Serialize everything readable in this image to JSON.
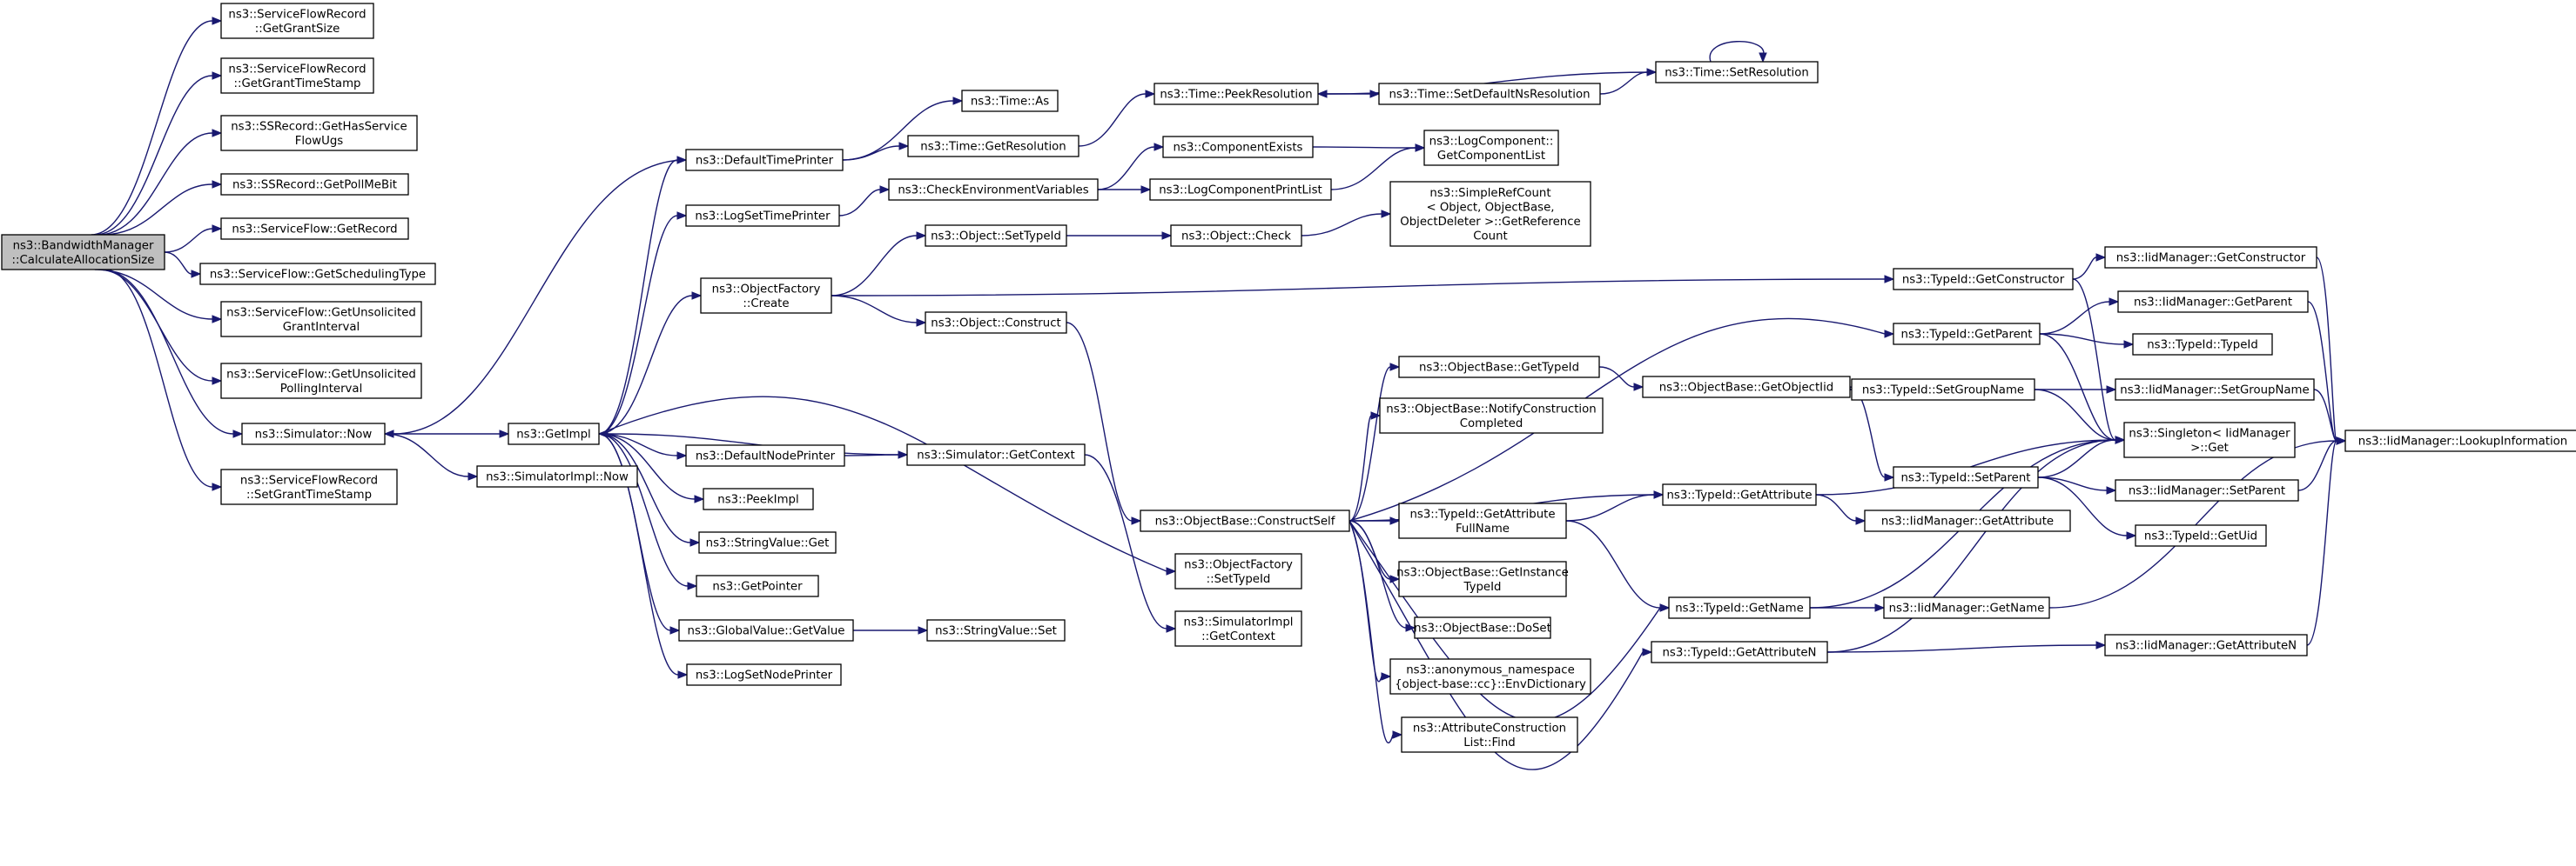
{
  "diagram": {
    "type": "call-graph",
    "colors": {
      "edge": "#191970",
      "node_border": "#000000",
      "node_fill": "#ffffff",
      "root_fill": "#bfbfbf"
    },
    "nodes": [
      {
        "id": "root",
        "lines": [
          "ns3::BandwidthManager",
          "::CalculateAllocationSize"
        ],
        "root": true
      },
      {
        "id": "sfr_getgrantsize",
        "lines": [
          "ns3::ServiceFlowRecord",
          "::GetGrantSize"
        ]
      },
      {
        "id": "sfr_getgranttimestamp",
        "lines": [
          "ns3::ServiceFlowRecord",
          "::GetGrantTimeStamp"
        ]
      },
      {
        "id": "ssr_hasservice",
        "lines": [
          "ns3::SSRecord::GetHasService",
          "FlowUgs"
        ]
      },
      {
        "id": "ssr_pollmebit",
        "lines": [
          "ns3::SSRecord::GetPollMeBit"
        ]
      },
      {
        "id": "sf_getrecord",
        "lines": [
          "ns3::ServiceFlow::GetRecord"
        ]
      },
      {
        "id": "sf_schedtype",
        "lines": [
          "ns3::ServiceFlow::GetSchedulingType"
        ]
      },
      {
        "id": "sf_unsolgrant",
        "lines": [
          "ns3::ServiceFlow::GetUnsolicited",
          "GrantInterval"
        ]
      },
      {
        "id": "sf_unsolpoll",
        "lines": [
          "ns3::ServiceFlow::GetUnsolicited",
          "PollingInterval"
        ]
      },
      {
        "id": "sim_now",
        "lines": [
          "ns3::Simulator::Now"
        ]
      },
      {
        "id": "sfr_setgranttimestamp",
        "lines": [
          "ns3::ServiceFlowRecord",
          "::SetGrantTimeStamp"
        ]
      },
      {
        "id": "defaulttimeprinter",
        "lines": [
          "ns3::DefaultTimePrinter"
        ]
      },
      {
        "id": "logsettimeprinter",
        "lines": [
          "ns3::LogSetTimePrinter"
        ]
      },
      {
        "id": "objfactory_create",
        "lines": [
          "ns3::ObjectFactory",
          "::Create"
        ]
      },
      {
        "id": "getimpl",
        "lines": [
          "ns3::GetImpl"
        ]
      },
      {
        "id": "simimpl_now",
        "lines": [
          "ns3::SimulatorImpl::Now"
        ]
      },
      {
        "id": "defaultnodeprinter",
        "lines": [
          "ns3::DefaultNodePrinter"
        ]
      },
      {
        "id": "peekimpl",
        "lines": [
          "ns3::PeekImpl"
        ]
      },
      {
        "id": "stringvalue_get",
        "lines": [
          "ns3::StringValue::Get"
        ]
      },
      {
        "id": "getpointer",
        "lines": [
          "ns3::GetPointer"
        ]
      },
      {
        "id": "globalvalue_getvalue",
        "lines": [
          "ns3::GlobalValue::GetValue"
        ]
      },
      {
        "id": "logsetnodeprinter",
        "lines": [
          "ns3::LogSetNodePrinter"
        ]
      },
      {
        "id": "time_as",
        "lines": [
          "ns3::Time::As"
        ]
      },
      {
        "id": "time_getresolution",
        "lines": [
          "ns3::Time::GetResolution"
        ]
      },
      {
        "id": "checkenvvars",
        "lines": [
          "ns3::CheckEnvironmentVariables"
        ]
      },
      {
        "id": "object_settypeid",
        "lines": [
          "ns3::Object::SetTypeId"
        ]
      },
      {
        "id": "object_construct",
        "lines": [
          "ns3::Object::Construct"
        ]
      },
      {
        "id": "sim_getcontext",
        "lines": [
          "ns3::Simulator::GetContext"
        ]
      },
      {
        "id": "stringvalue_set",
        "lines": [
          "ns3::StringValue::Set"
        ]
      },
      {
        "id": "time_peekresolution",
        "lines": [
          "ns3::Time::PeekResolution"
        ]
      },
      {
        "id": "componentexists",
        "lines": [
          "ns3::ComponentExists"
        ]
      },
      {
        "id": "logcomponentprintlist",
        "lines": [
          "ns3::LogComponentPrintList"
        ]
      },
      {
        "id": "object_check",
        "lines": [
          "ns3::Object::Check"
        ]
      },
      {
        "id": "objectbase_constructself",
        "lines": [
          "ns3::ObjectBase::ConstructSelf"
        ]
      },
      {
        "id": "objfactory_settypeid",
        "lines": [
          "ns3::ObjectFactory",
          "::SetTypeId"
        ]
      },
      {
        "id": "simimpl_getcontext",
        "lines": [
          "ns3::SimulatorImpl",
          "::GetContext"
        ]
      },
      {
        "id": "time_setdefaultns",
        "lines": [
          "ns3::Time::SetDefaultNsResolution"
        ]
      },
      {
        "id": "logcomponent_getlist",
        "lines": [
          "ns3::LogComponent::",
          "GetComponentList"
        ]
      },
      {
        "id": "simplerefcount",
        "lines": [
          "ns3::SimpleRefCount",
          "< Object, ObjectBase,",
          " ObjectDeleter >::GetReference",
          "Count"
        ]
      },
      {
        "id": "objectbase_gettypeid",
        "lines": [
          "ns3::ObjectBase::GetTypeId"
        ]
      },
      {
        "id": "objectbase_notify",
        "lines": [
          "ns3::ObjectBase::Notify​Construction",
          "Completed"
        ]
      },
      {
        "id": "typeid_getattrfullname",
        "lines": [
          "ns3::TypeId::GetAttribute",
          "FullName"
        ]
      },
      {
        "id": "objectbase_getinstance",
        "lines": [
          "ns3::ObjectBase::GetInstance",
          "TypeId"
        ]
      },
      {
        "id": "objectbase_doset",
        "lines": [
          "ns3::ObjectBase::DoSet"
        ]
      },
      {
        "id": "anon_envdict",
        "lines": [
          "ns3::anonymous_namespace",
          "{object-base::cc}::EnvDictionary"
        ]
      },
      {
        "id": "attrconstlist_find",
        "lines": [
          "ns3::AttributeConstruction",
          "List::Find"
        ]
      },
      {
        "id": "time_setresolution",
        "lines": [
          "ns3::Time::SetResolution"
        ]
      },
      {
        "id": "objectbase_getobjectiid",
        "lines": [
          "ns3::ObjectBase::GetObjectIid"
        ]
      },
      {
        "id": "typeid_getattribute",
        "lines": [
          "ns3::TypeId::GetAttribute"
        ]
      },
      {
        "id": "typeid_getname",
        "lines": [
          "ns3::TypeId::GetName"
        ]
      },
      {
        "id": "typeid_getattributen",
        "lines": [
          "ns3::TypeId::GetAttributeN"
        ]
      },
      {
        "id": "typeid_getconstructor",
        "lines": [
          "ns3::TypeId::GetConstructor"
        ]
      },
      {
        "id": "typeid_getparent",
        "lines": [
          "ns3::TypeId::GetParent"
        ]
      },
      {
        "id": "typeid_setgroupname",
        "lines": [
          "ns3::TypeId::SetGroupName"
        ]
      },
      {
        "id": "typeid_setparent",
        "lines": [
          "ns3::TypeId::SetParent"
        ]
      },
      {
        "id": "iidmgr_getattribute",
        "lines": [
          "ns3::IidManager::GetAttribute"
        ]
      },
      {
        "id": "iidmgr_getname",
        "lines": [
          "ns3::IidManager::GetName"
        ]
      },
      {
        "id": "iidmgr_getattributen",
        "lines": [
          "ns3::IidManager::GetAttributeN"
        ]
      },
      {
        "id": "singleton_get",
        "lines": [
          "ns3::Singleton< IidManager",
          " >::Get"
        ]
      },
      {
        "id": "iidmgr_getconstructor",
        "lines": [
          "ns3::IidManager::GetConstructor"
        ]
      },
      {
        "id": "iidmgr_getparent",
        "lines": [
          "ns3::IidManager::GetParent"
        ]
      },
      {
        "id": "typeid_typeid",
        "lines": [
          "ns3::TypeId::TypeId"
        ]
      },
      {
        "id": "iidmgr_setgroupname",
        "lines": [
          "ns3::IidManager::SetGroupName"
        ]
      },
      {
        "id": "iidmgr_setparent",
        "lines": [
          "ns3::IidManager::SetParent"
        ]
      },
      {
        "id": "typeid_getuid",
        "lines": [
          "ns3::TypeId::GetUid"
        ]
      },
      {
        "id": "iidmgr_lookupinfo",
        "lines": [
          "ns3::IidManager::LookupInformation"
        ]
      }
    ],
    "edges": [
      [
        "root",
        "sfr_getgrantsize"
      ],
      [
        "root",
        "sfr_getgranttimestamp"
      ],
      [
        "root",
        "ssr_hasservice"
      ],
      [
        "root",
        "ssr_pollmebit"
      ],
      [
        "root",
        "sf_getrecord"
      ],
      [
        "root",
        "sf_schedtype"
      ],
      [
        "root",
        "sf_unsolgrant"
      ],
      [
        "root",
        "sf_unsolpoll"
      ],
      [
        "root",
        "sim_now"
      ],
      [
        "root",
        "sfr_setgranttimestamp"
      ],
      [
        "sim_now",
        "getimpl"
      ],
      [
        "sim_now",
        "simimpl_now"
      ],
      [
        "getimpl",
        "defaulttimeprinter"
      ],
      [
        "getimpl",
        "logsettimeprinter"
      ],
      [
        "getimpl",
        "objfactory_create"
      ],
      [
        "getimpl",
        "defaultnodeprinter"
      ],
      [
        "getimpl",
        "peekimpl"
      ],
      [
        "getimpl",
        "stringvalue_get"
      ],
      [
        "getimpl",
        "getpointer"
      ],
      [
        "getimpl",
        "globalvalue_getvalue"
      ],
      [
        "getimpl",
        "logsetnodeprinter"
      ],
      [
        "getimpl",
        "objfactory_settypeid"
      ],
      [
        "defaulttimeprinter",
        "time_as"
      ],
      [
        "defaulttimeprinter",
        "time_getresolution"
      ],
      [
        "defaulttimeprinter",
        "sim_now"
      ],
      [
        "logsettimeprinter",
        "checkenvvars"
      ],
      [
        "checkenvvars",
        "componentexists"
      ],
      [
        "checkenvvars",
        "logcomponentprintlist"
      ],
      [
        "componentexists",
        "logcomponent_getlist"
      ],
      [
        "logcomponentprintlist",
        "logcomponent_getlist"
      ],
      [
        "objfactory_create",
        "object_settypeid"
      ],
      [
        "objfactory_create",
        "object_construct"
      ],
      [
        "objfactory_create",
        "typeid_getconstructor"
      ],
      [
        "object_settypeid",
        "object_check"
      ],
      [
        "object_check",
        "simplerefcount"
      ],
      [
        "object_construct",
        "objectbase_constructself"
      ],
      [
        "defaultnodeprinter",
        "sim_getcontext"
      ],
      [
        "sim_getcontext",
        "getimpl"
      ],
      [
        "sim_getcontext",
        "simimpl_getcontext"
      ],
      [
        "globalvalue_getvalue",
        "stringvalue_set"
      ],
      [
        "time_getresolution",
        "time_peekresolution"
      ],
      [
        "time_peekresolution",
        "time_setdefaultns"
      ],
      [
        "time_setdefaultns",
        "time_setresolution"
      ],
      [
        "time_setresolution",
        "time_peekresolution"
      ],
      [
        "time_setresolution",
        "time_setresolution"
      ],
      [
        "objectbase_constructself",
        "objectbase_gettypeid"
      ],
      [
        "objectbase_constructself",
        "objectbase_notify"
      ],
      [
        "objectbase_constructself",
        "typeid_getattrfullname"
      ],
      [
        "objectbase_constructself",
        "typeid_getattribute"
      ],
      [
        "objectbase_constructself",
        "objectbase_getinstance"
      ],
      [
        "objectbase_constructself",
        "objectbase_doset"
      ],
      [
        "objectbase_constructself",
        "anon_envdict"
      ],
      [
        "objectbase_constructself",
        "attrconstlist_find"
      ],
      [
        "objectbase_constructself",
        "typeid_getname"
      ],
      [
        "objectbase_constructself",
        "typeid_getattributen"
      ],
      [
        "objectbase_constructself",
        "typeid_getparent"
      ],
      [
        "objectbase_gettypeid",
        "objectbase_getobjectiid"
      ],
      [
        "objectbase_getobjectiid",
        "typeid_setgroupname"
      ],
      [
        "objectbase_getobjectiid",
        "typeid_setparent"
      ],
      [
        "typeid_getattrfullname",
        "typeid_getattribute"
      ],
      [
        "typeid_getattrfullname",
        "typeid_getname"
      ],
      [
        "typeid_getattribute",
        "iidmgr_getattribute"
      ],
      [
        "typeid_getattribute",
        "singleton_get"
      ],
      [
        "typeid_getname",
        "iidmgr_getname"
      ],
      [
        "typeid_getname",
        "singleton_get"
      ],
      [
        "typeid_getattributen",
        "iidmgr_getattributen"
      ],
      [
        "typeid_getattributen",
        "singleton_get"
      ],
      [
        "typeid_getconstructor",
        "iidmgr_getconstructor"
      ],
      [
        "typeid_getconstructor",
        "singleton_get"
      ],
      [
        "typeid_getparent",
        "iidmgr_getparent"
      ],
      [
        "typeid_getparent",
        "typeid_typeid"
      ],
      [
        "typeid_getparent",
        "singleton_get"
      ],
      [
        "typeid_setgroupname",
        "iidmgr_setgroupname"
      ],
      [
        "typeid_setgroupname",
        "singleton_get"
      ],
      [
        "typeid_setparent",
        "singleton_get"
      ],
      [
        "typeid_setparent",
        "iidmgr_setparent"
      ],
      [
        "typeid_setparent",
        "typeid_getuid"
      ],
      [
        "iidmgr_getconstructor",
        "iidmgr_lookupinfo"
      ],
      [
        "iidmgr_getparent",
        "iidmgr_lookupinfo"
      ],
      [
        "iidmgr_setgroupname",
        "iidmgr_lookupinfo"
      ],
      [
        "iidmgr_setparent",
        "iidmgr_lookupinfo"
      ],
      [
        "iidmgr_getname",
        "iidmgr_lookupinfo"
      ],
      [
        "iidmgr_getattributen",
        "iidmgr_lookupinfo"
      ]
    ]
  }
}
